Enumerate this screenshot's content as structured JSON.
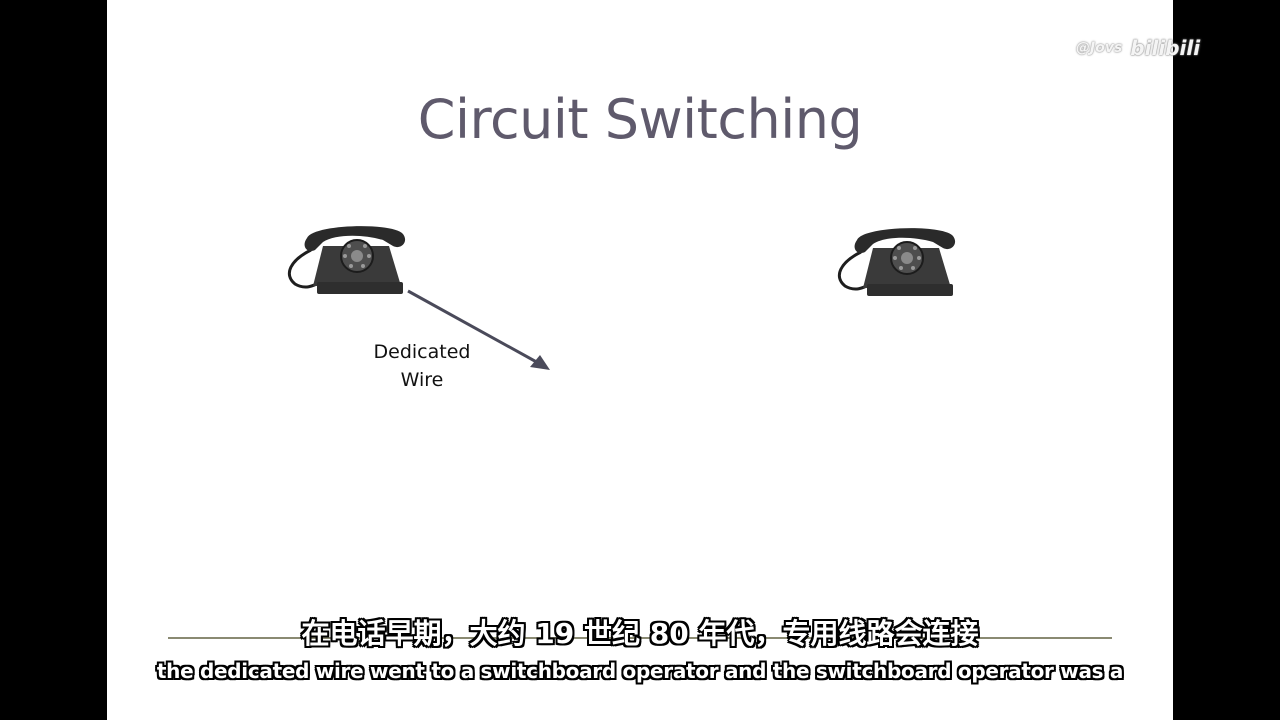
{
  "slide": {
    "title": "Circuit Switching",
    "wire_label_line1": "Dedicated",
    "wire_label_line2": "Wire"
  },
  "watermark": {
    "prefix": "@Jovs",
    "brand": "bilibili"
  },
  "subtitles": {
    "zh": "在电话早期，大约 19 世纪 80 年代，专用线路会连接",
    "en": "the dedicated wire went to a switchboard operator and the switchboard operator was a"
  },
  "icons": {
    "left_phone": "rotary-telephone-icon",
    "right_phone": "rotary-telephone-icon",
    "arrow": "arrow-icon"
  },
  "colors": {
    "title": "#5f5a6c",
    "arrow": "#4a4a5a",
    "phone": "#2a2a2a",
    "background": "#ffffff",
    "letterbox": "#000000"
  }
}
